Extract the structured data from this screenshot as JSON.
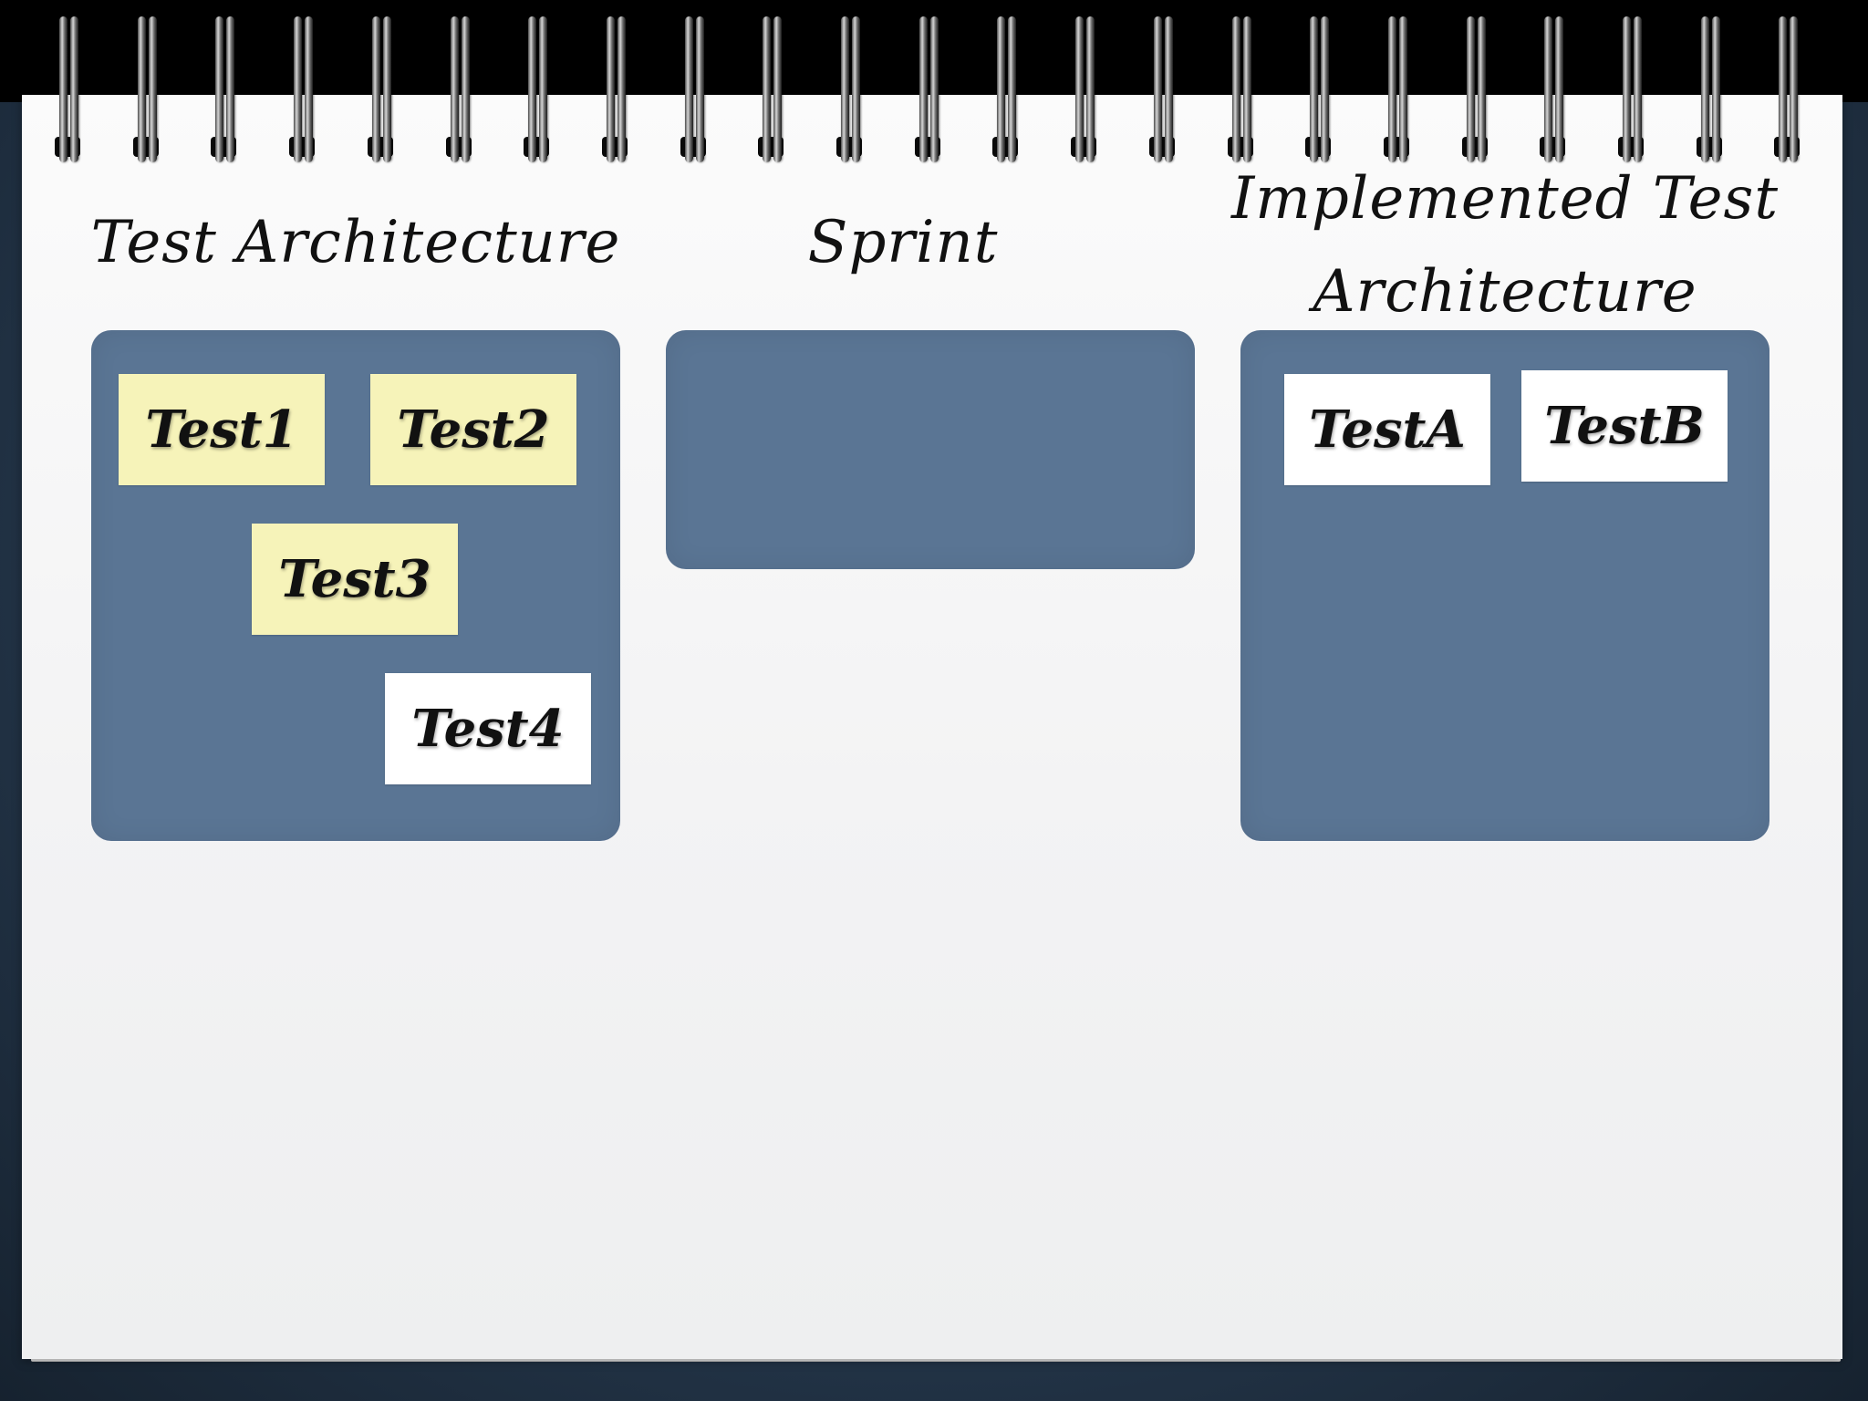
{
  "columns": {
    "test_architecture": {
      "title": "Test Architecture",
      "cards": [
        {
          "label": "Test1",
          "color": "#f6f3b9"
        },
        {
          "label": "Test2",
          "color": "#f6f3b9"
        },
        {
          "label": "Test3",
          "color": "#f6f3b9"
        },
        {
          "label": "Test4",
          "color": "#ffffff"
        }
      ]
    },
    "sprint": {
      "title": "Sprint",
      "cards": []
    },
    "implemented": {
      "title_line1": "Implemented Test",
      "title_line2": "Architecture",
      "cards": [
        {
          "label": "TestA",
          "color": "#ffffff"
        },
        {
          "label": "TestB",
          "color": "#ffffff"
        }
      ]
    }
  },
  "colors": {
    "board": "#5a7594",
    "sticky_yellow": "#f6f3b9",
    "sticky_white": "#ffffff",
    "paper": "#f5f5f6",
    "background": "#24364a"
  },
  "icons": [
    "spiral-binding-icon"
  ]
}
